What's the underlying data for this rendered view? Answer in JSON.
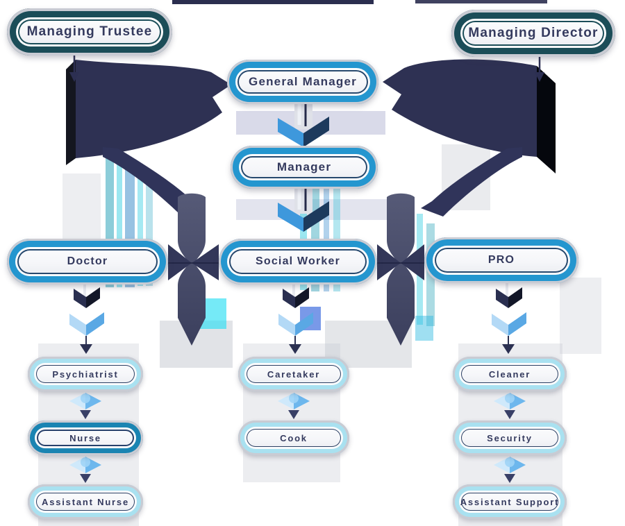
{
  "diagram": {
    "type": "org-chart",
    "nodes": {
      "managing_trustee": "Managing Trustee",
      "managing_director": "Managing Director",
      "general_manager": "General Manager",
      "manager": "Manager",
      "doctor": "Doctor",
      "social_worker": "Social Worker",
      "pro": "PRO",
      "psychiatrist": "Psychiatrist",
      "nurse": "Nurse",
      "assistant_nurse": "Assistant Nurse",
      "caretaker": "Caretaker",
      "cook": "Cook",
      "cleaner": "Cleaner",
      "security": "Security",
      "assistant_support": "Assistant Support"
    },
    "edges": [
      [
        "managing_trustee",
        "general_manager"
      ],
      [
        "managing_director",
        "general_manager"
      ],
      [
        "general_manager",
        "manager"
      ],
      [
        "manager",
        "doctor"
      ],
      [
        "manager",
        "social_worker"
      ],
      [
        "manager",
        "pro"
      ],
      [
        "doctor",
        "social_worker"
      ],
      [
        "social_worker",
        "pro"
      ],
      [
        "doctor",
        "psychiatrist"
      ],
      [
        "psychiatrist",
        "nurse"
      ],
      [
        "nurse",
        "assistant_nurse"
      ],
      [
        "social_worker",
        "caretaker"
      ],
      [
        "caretaker",
        "cook"
      ],
      [
        "pro",
        "cleaner"
      ],
      [
        "cleaner",
        "security"
      ],
      [
        "security",
        "assistant_support"
      ]
    ],
    "colors": {
      "dark_teal_border": "#1b4d58",
      "blue_border": "#2496cf",
      "medium_blue_border": "#1a84b2",
      "light_cyan_border": "#a9e1f0",
      "outer_ring_gray": "#c9cbd3",
      "text_navy": "#343a5e",
      "ribbon_navy": "#2e3153",
      "slate_column": "#4b4f6e",
      "arrow_blue": "#3e98dc",
      "arrow_light_blue": "#b3d9f6"
    }
  }
}
